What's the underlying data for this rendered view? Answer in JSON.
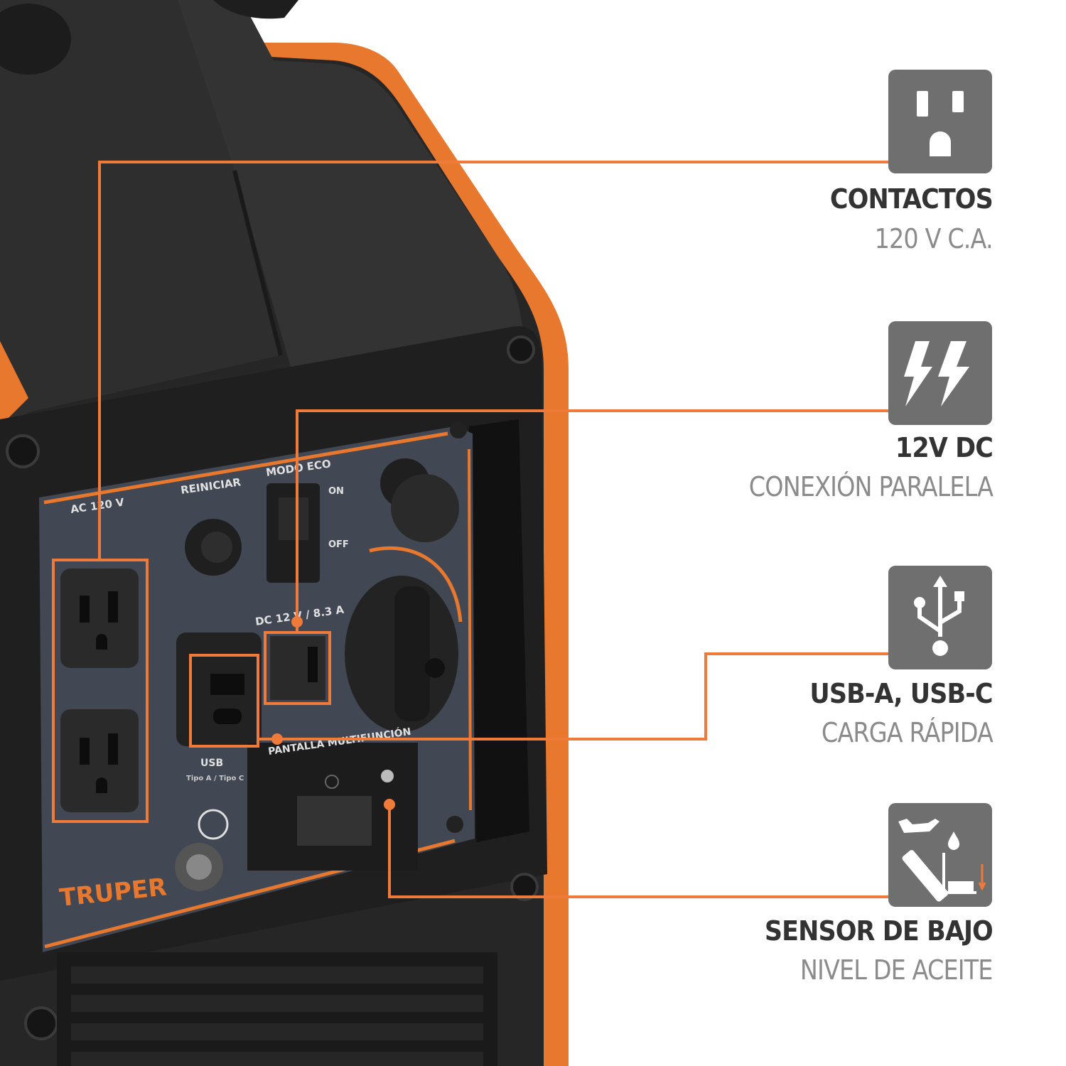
{
  "accent_color": "#f07a3a",
  "features": [
    {
      "icon": "ac-outlet-icon",
      "title": "CONTACTOS",
      "subtitle": "120 V C.A."
    },
    {
      "icon": "lightning-bolts-icon",
      "title": "12V DC",
      "subtitle": "CONEXIÓN PARALELA"
    },
    {
      "icon": "usb-icon",
      "title": "USB-A, USB-C",
      "subtitle": "CARGA RÁPIDA"
    },
    {
      "icon": "oil-level-sensor-icon",
      "title": "SENSOR DE BAJO",
      "subtitle": "NIVEL DE ACEITE"
    }
  ],
  "panel": {
    "ac_label": "AC 120 V",
    "reset_label": "REINICIAR",
    "eco_label": "MODO ECO",
    "on_label": "ON",
    "off_label": "OFF",
    "dc_label": "DC 12 V / 8.3 A",
    "usb_label": "USB",
    "usb_types": "Tipo A / Tipo C",
    "display_label": "PANTALLA MULTIFUNCIÓN",
    "brand": "TRUPER"
  }
}
